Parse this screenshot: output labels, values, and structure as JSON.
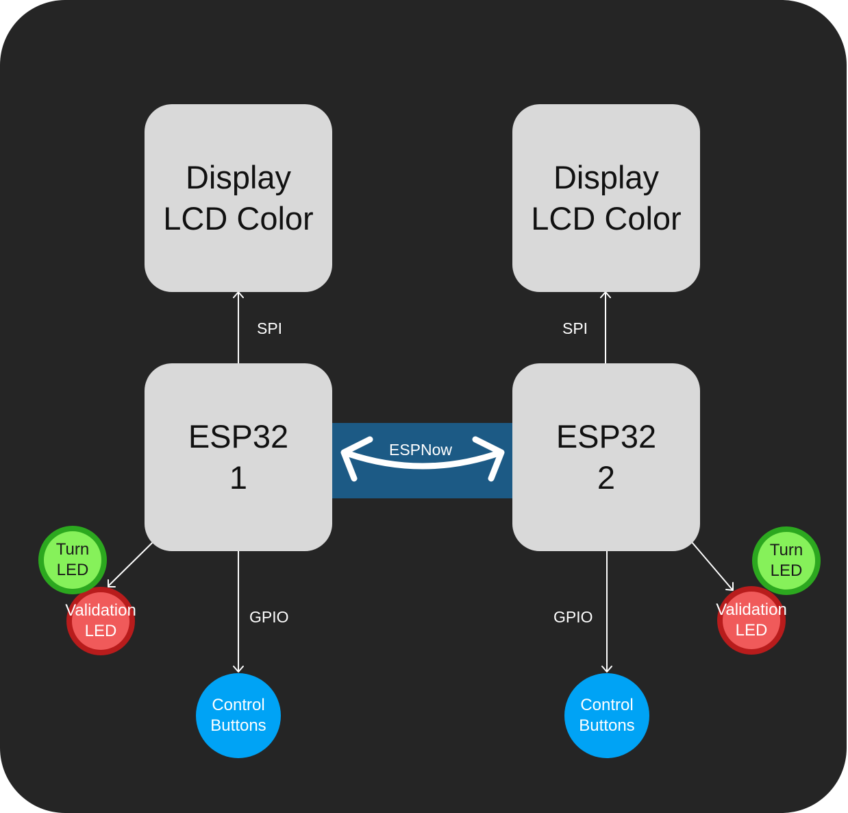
{
  "colors": {
    "background": "#252525",
    "box": "#d9d9d9",
    "link_band": "#1c5a85",
    "control_buttons": "#00a3f5",
    "turn_led_fill": "#86f15a",
    "turn_led_ring": "#2ca81f",
    "validation_led_fill": "#f05a5a",
    "validation_led_ring": "#b81c1c"
  },
  "node1": {
    "display": {
      "line1": "Display",
      "line2": "LCD Color"
    },
    "esp": {
      "line1": "ESP32",
      "line2": "1"
    },
    "spi_label": "SPI",
    "gpio_label": "GPIO",
    "buttons": {
      "line1": "Control",
      "line2": "Buttons"
    },
    "turn_led": {
      "line1": "Turn",
      "line2": "LED"
    },
    "validation_led": {
      "line1": "Validation",
      "line2": "LED"
    }
  },
  "node2": {
    "display": {
      "line1": "Display",
      "line2": "LCD Color"
    },
    "esp": {
      "line1": "ESP32",
      "line2": "2"
    },
    "spi_label": "SPI",
    "gpio_label": "GPIO",
    "buttons": {
      "line1": "Control",
      "line2": "Buttons"
    },
    "turn_led": {
      "line1": "Turn",
      "line2": "LED"
    },
    "validation_led": {
      "line1": "Validation",
      "line2": "LED"
    }
  },
  "link": {
    "label": "ESPNow"
  }
}
